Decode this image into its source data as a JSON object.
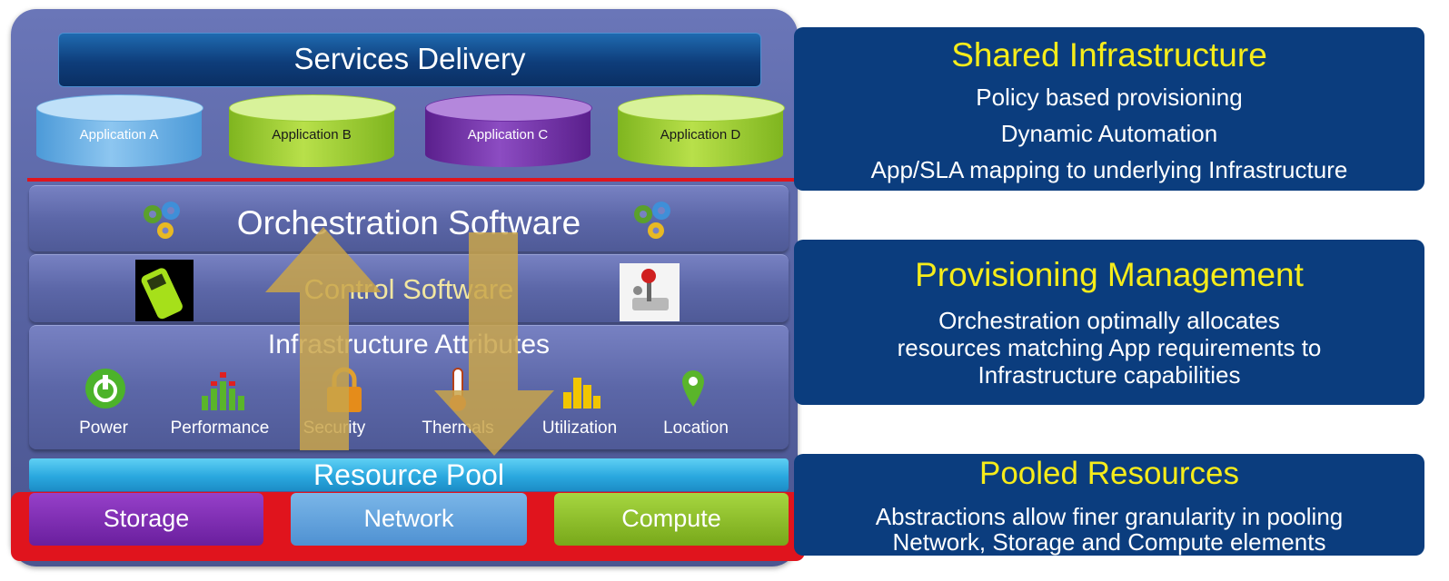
{
  "stack": {
    "services_delivery": "Services Delivery",
    "applications": [
      "Application A",
      "Application B",
      "Application C",
      "Application D"
    ],
    "orchestration": "Orchestration Software",
    "control": "Control Software",
    "infrastructure": "Infrastructure Attributes",
    "attributes": [
      "Power",
      "Performance",
      "Security",
      "Thermals",
      "Utilization",
      "Location"
    ],
    "resource_pool": "Resource Pool",
    "resources": [
      "Storage",
      "Network",
      "Compute"
    ]
  },
  "panels": {
    "shared": {
      "title": "Shared Infrastructure",
      "lines": [
        "Policy based provisioning",
        "Dynamic Automation",
        "App/SLA mapping to underlying Infrastructure"
      ]
    },
    "provisioning": {
      "title": "Provisioning  Management",
      "lines": [
        "Orchestration optimally allocates",
        "resources matching  App requirements to",
        "Infrastructure capabilities"
      ]
    },
    "pooled": {
      "title": "Pooled Resources",
      "lines": [
        "Abstractions allow finer granularity in pooling",
        "Network, Storage and Compute elements"
      ]
    }
  },
  "colors": {
    "panel_bg": "#0b3d7e",
    "panel_title": "#f6ec1a",
    "red_line": "#e0141d",
    "arrow": "#c9a54a"
  },
  "icons": [
    "gears-icon",
    "phone-icon",
    "joystick-icon",
    "power-icon",
    "performance-bars-icon",
    "lock-icon",
    "thermometer-icon",
    "bar-chart-icon",
    "location-pin-icon"
  ]
}
